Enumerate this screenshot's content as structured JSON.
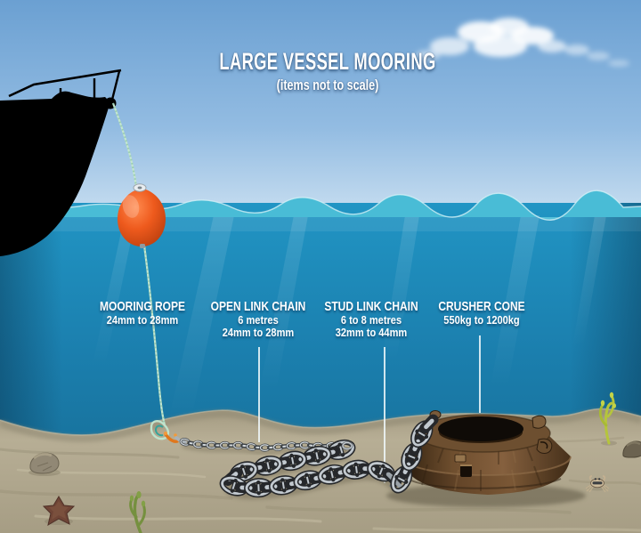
{
  "title": {
    "main": "LARGE VESSEL MOORING",
    "subtitle": "(items not to scale)"
  },
  "labels": [
    {
      "id": "mooring-rope",
      "name": "MOORING ROPE",
      "specs": [
        "24mm to 28mm"
      ]
    },
    {
      "id": "open-link-chain",
      "name": "OPEN LINK CHAIN",
      "specs": [
        "6 metres",
        "24mm to 28mm"
      ]
    },
    {
      "id": "stud-link-chain",
      "name": "STUD LINK CHAIN",
      "specs": [
        "6 to 8 metres",
        "32mm to 44mm"
      ]
    },
    {
      "id": "crusher-cone",
      "name": "CRUSHER CONE",
      "specs": [
        "550kg to 1200kg"
      ]
    }
  ],
  "scene": {
    "elements": [
      "vessel-silhouette",
      "mooring-buoy",
      "mooring-rope",
      "rope-thimble-shackle",
      "open-link-chain",
      "stud-link-chain",
      "crusher-cone",
      "seabed",
      "waterline",
      "clouds",
      "rock",
      "starfish",
      "seaweed",
      "crab"
    ]
  },
  "colors": {
    "sky_top": "#6ba0d2",
    "sky_horizon": "#c6ddf0",
    "water_crest": "#4cbcd4",
    "water": "#1d86b2",
    "water_deep": "#15688f",
    "sand": "#b3aa91",
    "buoy_orange": "#ee5a1d",
    "rope_green": "#c4e6cf",
    "chain_steel": "#c2c9cf",
    "cone_rust": "#6e4e2e",
    "label_text": "#ffffff"
  }
}
